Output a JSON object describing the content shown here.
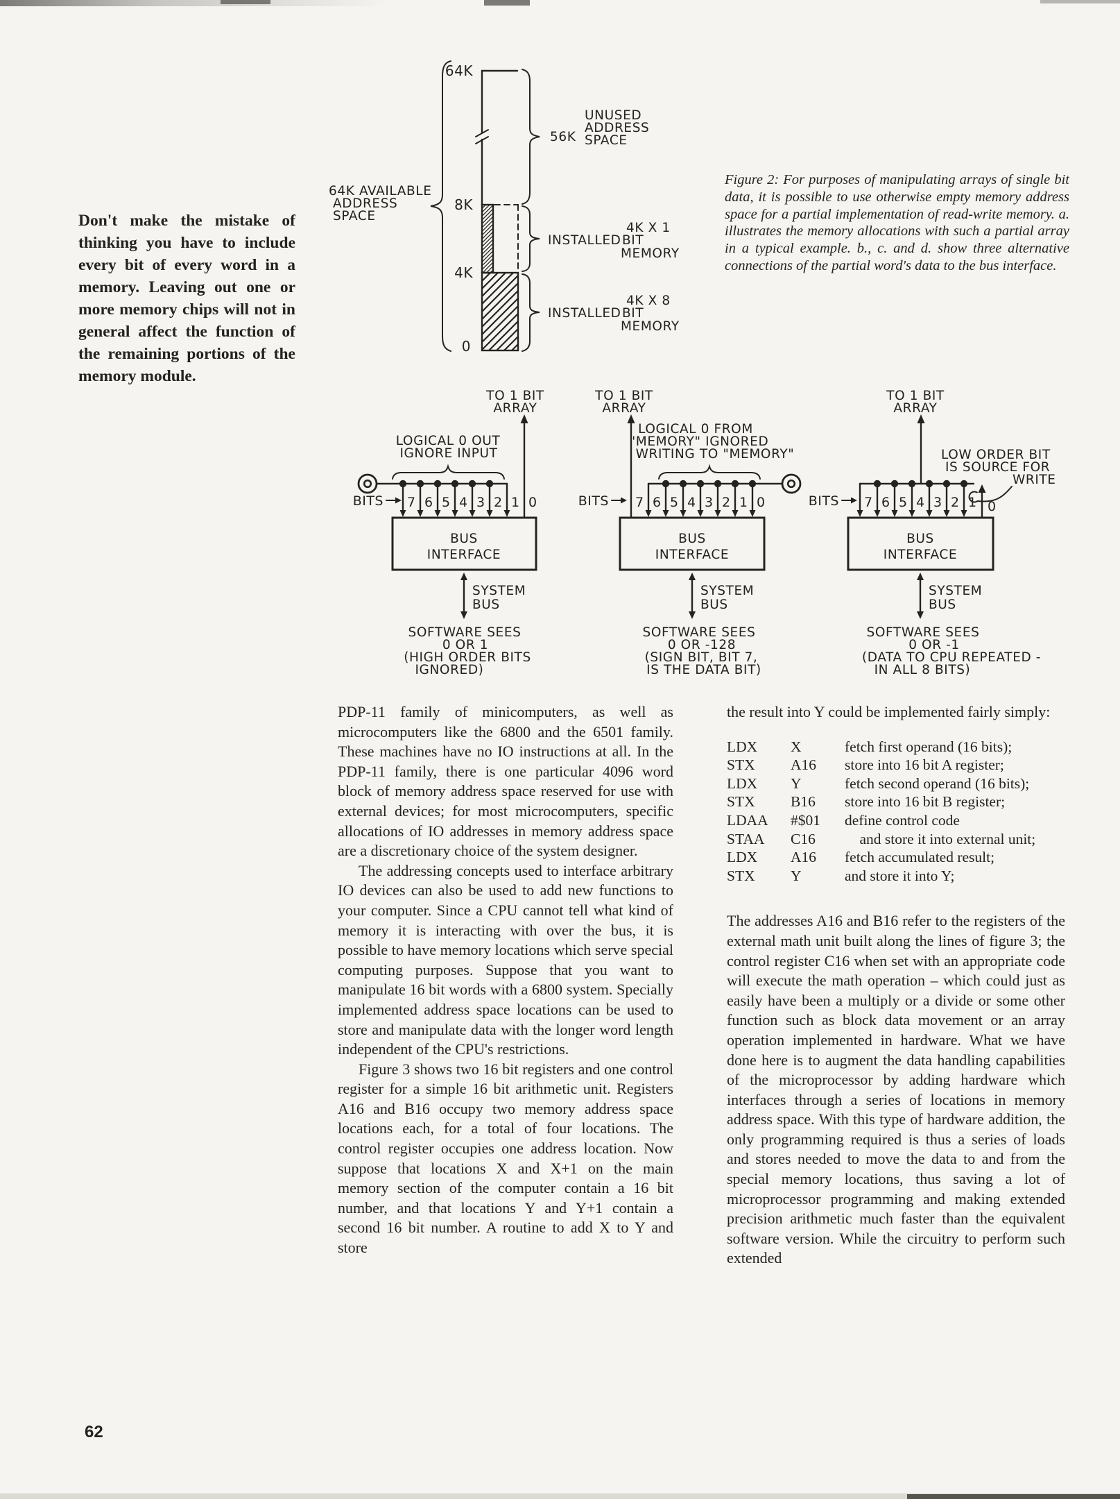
{
  "page": {
    "number": "62"
  },
  "colors": {
    "paper": "#f5f4f1",
    "ink": "#232321"
  },
  "pull_quote": "Don't make the mistake of thinking you have to include every bit of every word in a memory. Leaving out one or more memory chips will not in general affect the function of the remaining portions of the memory module.",
  "figure_caption": "Figure 2: For purposes of manipulating arrays of single bit data, it is possible to use otherwise empty memory address space for a partial implementation of read-write memory. a. illustrates the memory allocations with such a partial array in a typical example. b., c. and d. show three alternative connections of the partial word's data to the bus interface.",
  "memory_map": {
    "available_lines": [
      "64K AVAILABLE",
      "ADDRESS",
      "SPACE"
    ],
    "ticks": {
      "t64k": "64K",
      "t8k": "8K",
      "t4k": "4K",
      "t0": "0"
    },
    "unused": {
      "size": "56K",
      "lines": [
        "UNUSED",
        "ADDRESS",
        "SPACE"
      ]
    },
    "installed_4kx1": {
      "size": "4K X 1",
      "w1": "INSTALLED",
      "w2": "BIT",
      "w3": "MEMORY"
    },
    "installed_4kx8": {
      "size": "4K X 8",
      "w1": "INSTALLED",
      "w2": "BIT",
      "w3": "MEMORY"
    }
  },
  "bus_diagrams": {
    "common": {
      "bits_label": "BITS",
      "box_line1": "BUS",
      "box_line2": "INTERFACE",
      "bus_line1": "SYSTEM",
      "bus_line2": "BUS"
    },
    "b": {
      "array_line1": "TO 1 BIT",
      "array_line2": "ARRAY",
      "note": [
        "LOGICAL 0 OUT",
        "IGNORE INPUT"
      ],
      "bits": [
        "7",
        "6",
        "5",
        "4",
        "3",
        "2",
        "1",
        "0"
      ],
      "sees": [
        "SOFTWARE SEES",
        "0 OR 1",
        "(HIGH ORDER BITS",
        "IGNORED)"
      ]
    },
    "c": {
      "array_line1": "TO 1 BIT",
      "array_line2": "ARRAY",
      "note": [
        "LOGICAL 0 FROM",
        "\"MEMORY\" IGNORED",
        "WRITING TO \"MEMORY\""
      ],
      "bits": [
        "7",
        "6",
        "5",
        "4",
        "3",
        "2",
        "1",
        "0"
      ],
      "sees": [
        "SOFTWARE SEES",
        "0 OR -128",
        "(SIGN BIT, BIT 7,",
        "IS THE DATA BIT)"
      ]
    },
    "d": {
      "array_line1": "TO 1 BIT",
      "array_line2": "ARRAY",
      "note": [
        "LOW ORDER BIT",
        "IS SOURCE FOR",
        "WRITE"
      ],
      "bits": [
        "7",
        "6",
        "5",
        "4",
        "3",
        "2",
        "1",
        "0"
      ],
      "sees": [
        "SOFTWARE SEES",
        "0 OR -1",
        "(DATA TO CPU REPEATED -",
        "IN ALL 8 BITS)"
      ]
    }
  },
  "body": {
    "left_col": {
      "p1": "PDP-11 family of minicomputers, as well as microcomputers like the 6800 and the 6501 family. These machines have no IO instructions at all. In the PDP-11 family, there is one particular 4096 word block of memory address space reserved for use with external devices; for most microcomputers, specific allocations of IO addresses in memory address space are a discretionary choice of the system designer.",
      "p2": "The addressing concepts used to interface arbitrary IO devices can also be used to add new functions to your computer. Since a CPU cannot tell what kind of memory it is interacting with over the bus, it is possible to have memory locations which serve special computing purposes. Suppose that you want to manipulate 16 bit words with a 6800 system. Specially implemented address space locations can be used to store and manipulate data with the longer word length independent of the CPU's restrictions.",
      "p3": "Figure 3 shows two 16 bit registers and one control register for a simple 16 bit arithmetic unit. Registers A16 and B16 occupy two memory address space locations each, for a total of four locations. The control register occupies one address location. Now suppose that locations X and X+1 on the main memory section of the computer contain a 16 bit number, and that locations Y and Y+1 contain a second 16 bit number. A routine to add X to Y and store"
    },
    "right_col": {
      "intro": "the result into Y could be implemented fairly simply:",
      "code": [
        {
          "op": "LDX",
          "arg": "X",
          "comment": "fetch first operand (16 bits);"
        },
        {
          "op": "STX",
          "arg": "A16",
          "comment": "store into 16 bit A register;"
        },
        {
          "op": "LDX",
          "arg": "Y",
          "comment": "fetch second operand (16 bits);"
        },
        {
          "op": "STX",
          "arg": "B16",
          "comment": "store into 16 bit B register;"
        },
        {
          "op": "LDAA",
          "arg": "#$01",
          "comment": "define control code"
        },
        {
          "op": "STAA",
          "arg": "C16",
          "comment": "    and store it into external unit;"
        },
        {
          "op": "LDX",
          "arg": "A16",
          "comment": "fetch accumulated result;"
        },
        {
          "op": "STX",
          "arg": "Y",
          "comment": "and store it into Y;"
        }
      ],
      "p2": "The addresses A16 and B16 refer to the registers of the external math unit built along the lines of figure 3; the control register C16 when set with an appropriate code will execute the math operation – which could just as easily have been a multiply or a divide or some other function such as block data movement or an array operation implemented in hardware. What we have done here is to augment the data handling capabilities of the microprocessor by adding hardware which interfaces through a series of locations in memory address space. With this type of hardware addition, the only programming required is thus a series of loads and stores needed to move the data to and from the special memory locations, thus saving a lot of microprocessor programming and making extended precision arithmetic much faster than the equivalent software version. While the circuitry to perform such extended"
    }
  }
}
